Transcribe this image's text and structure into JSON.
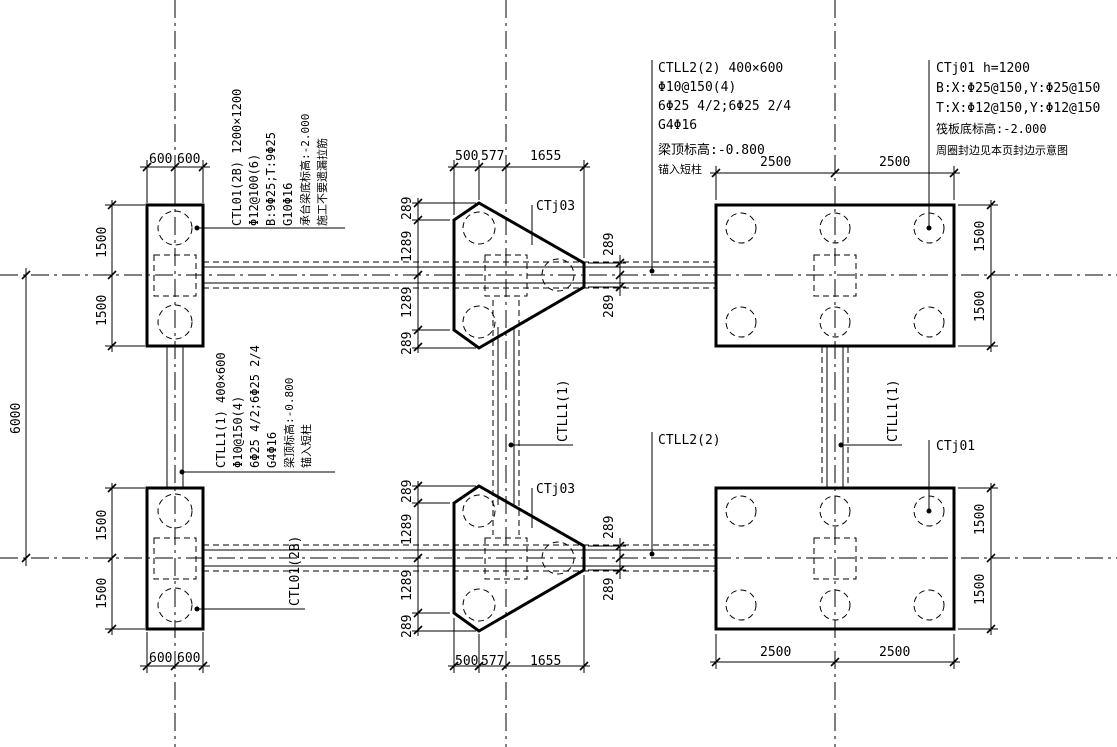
{
  "dimensions": {
    "d600": "600",
    "d1500": "1500",
    "d6000": "6000",
    "d500": "500",
    "d577": "577",
    "d1655": "1655",
    "d289": "289",
    "d1289": "1289",
    "d2500": "2500"
  },
  "labels": {
    "ctl01_lines": [
      "CTL01(2B) 1200×1200",
      "Φ12@100(6)",
      "B:9Φ25;T:9Φ25",
      "G10Φ16",
      "承台梁底标高:-2.000",
      "施工不要遗漏拉筋"
    ],
    "ctl01_short": "CTL01(2B)",
    "ctll1_lines": [
      "CTLL1(1) 400×600",
      "Φ10@150(4)",
      "6Φ25 4/2;6Φ25 2/4",
      "G4Φ16",
      "梁顶标高:-0.800",
      "锚入短柱"
    ],
    "ctll1_short": "CTLL1(1)",
    "ctll2_lines": [
      "CTLL2(2) 400×600",
      "Φ10@150(4)",
      "6Φ25 4/2;6Φ25 2/4",
      "G4Φ16",
      "梁顶标高:-0.800",
      "锚入短柱"
    ],
    "ctll2_short": "CTLL2(2)",
    "ctj01_lines": [
      "CTj01 h=1200",
      "B:X:Φ25@150,Y:Φ25@150",
      "T:X:Φ12@150,Y:Φ12@150",
      "筏板底标高:-2.000",
      "周圈封边见本页封边示意图"
    ],
    "ctj01_short": "CTj01",
    "ctj03": "CTj03"
  },
  "colors": {
    "line": "#000000",
    "background": "#ffffff"
  }
}
